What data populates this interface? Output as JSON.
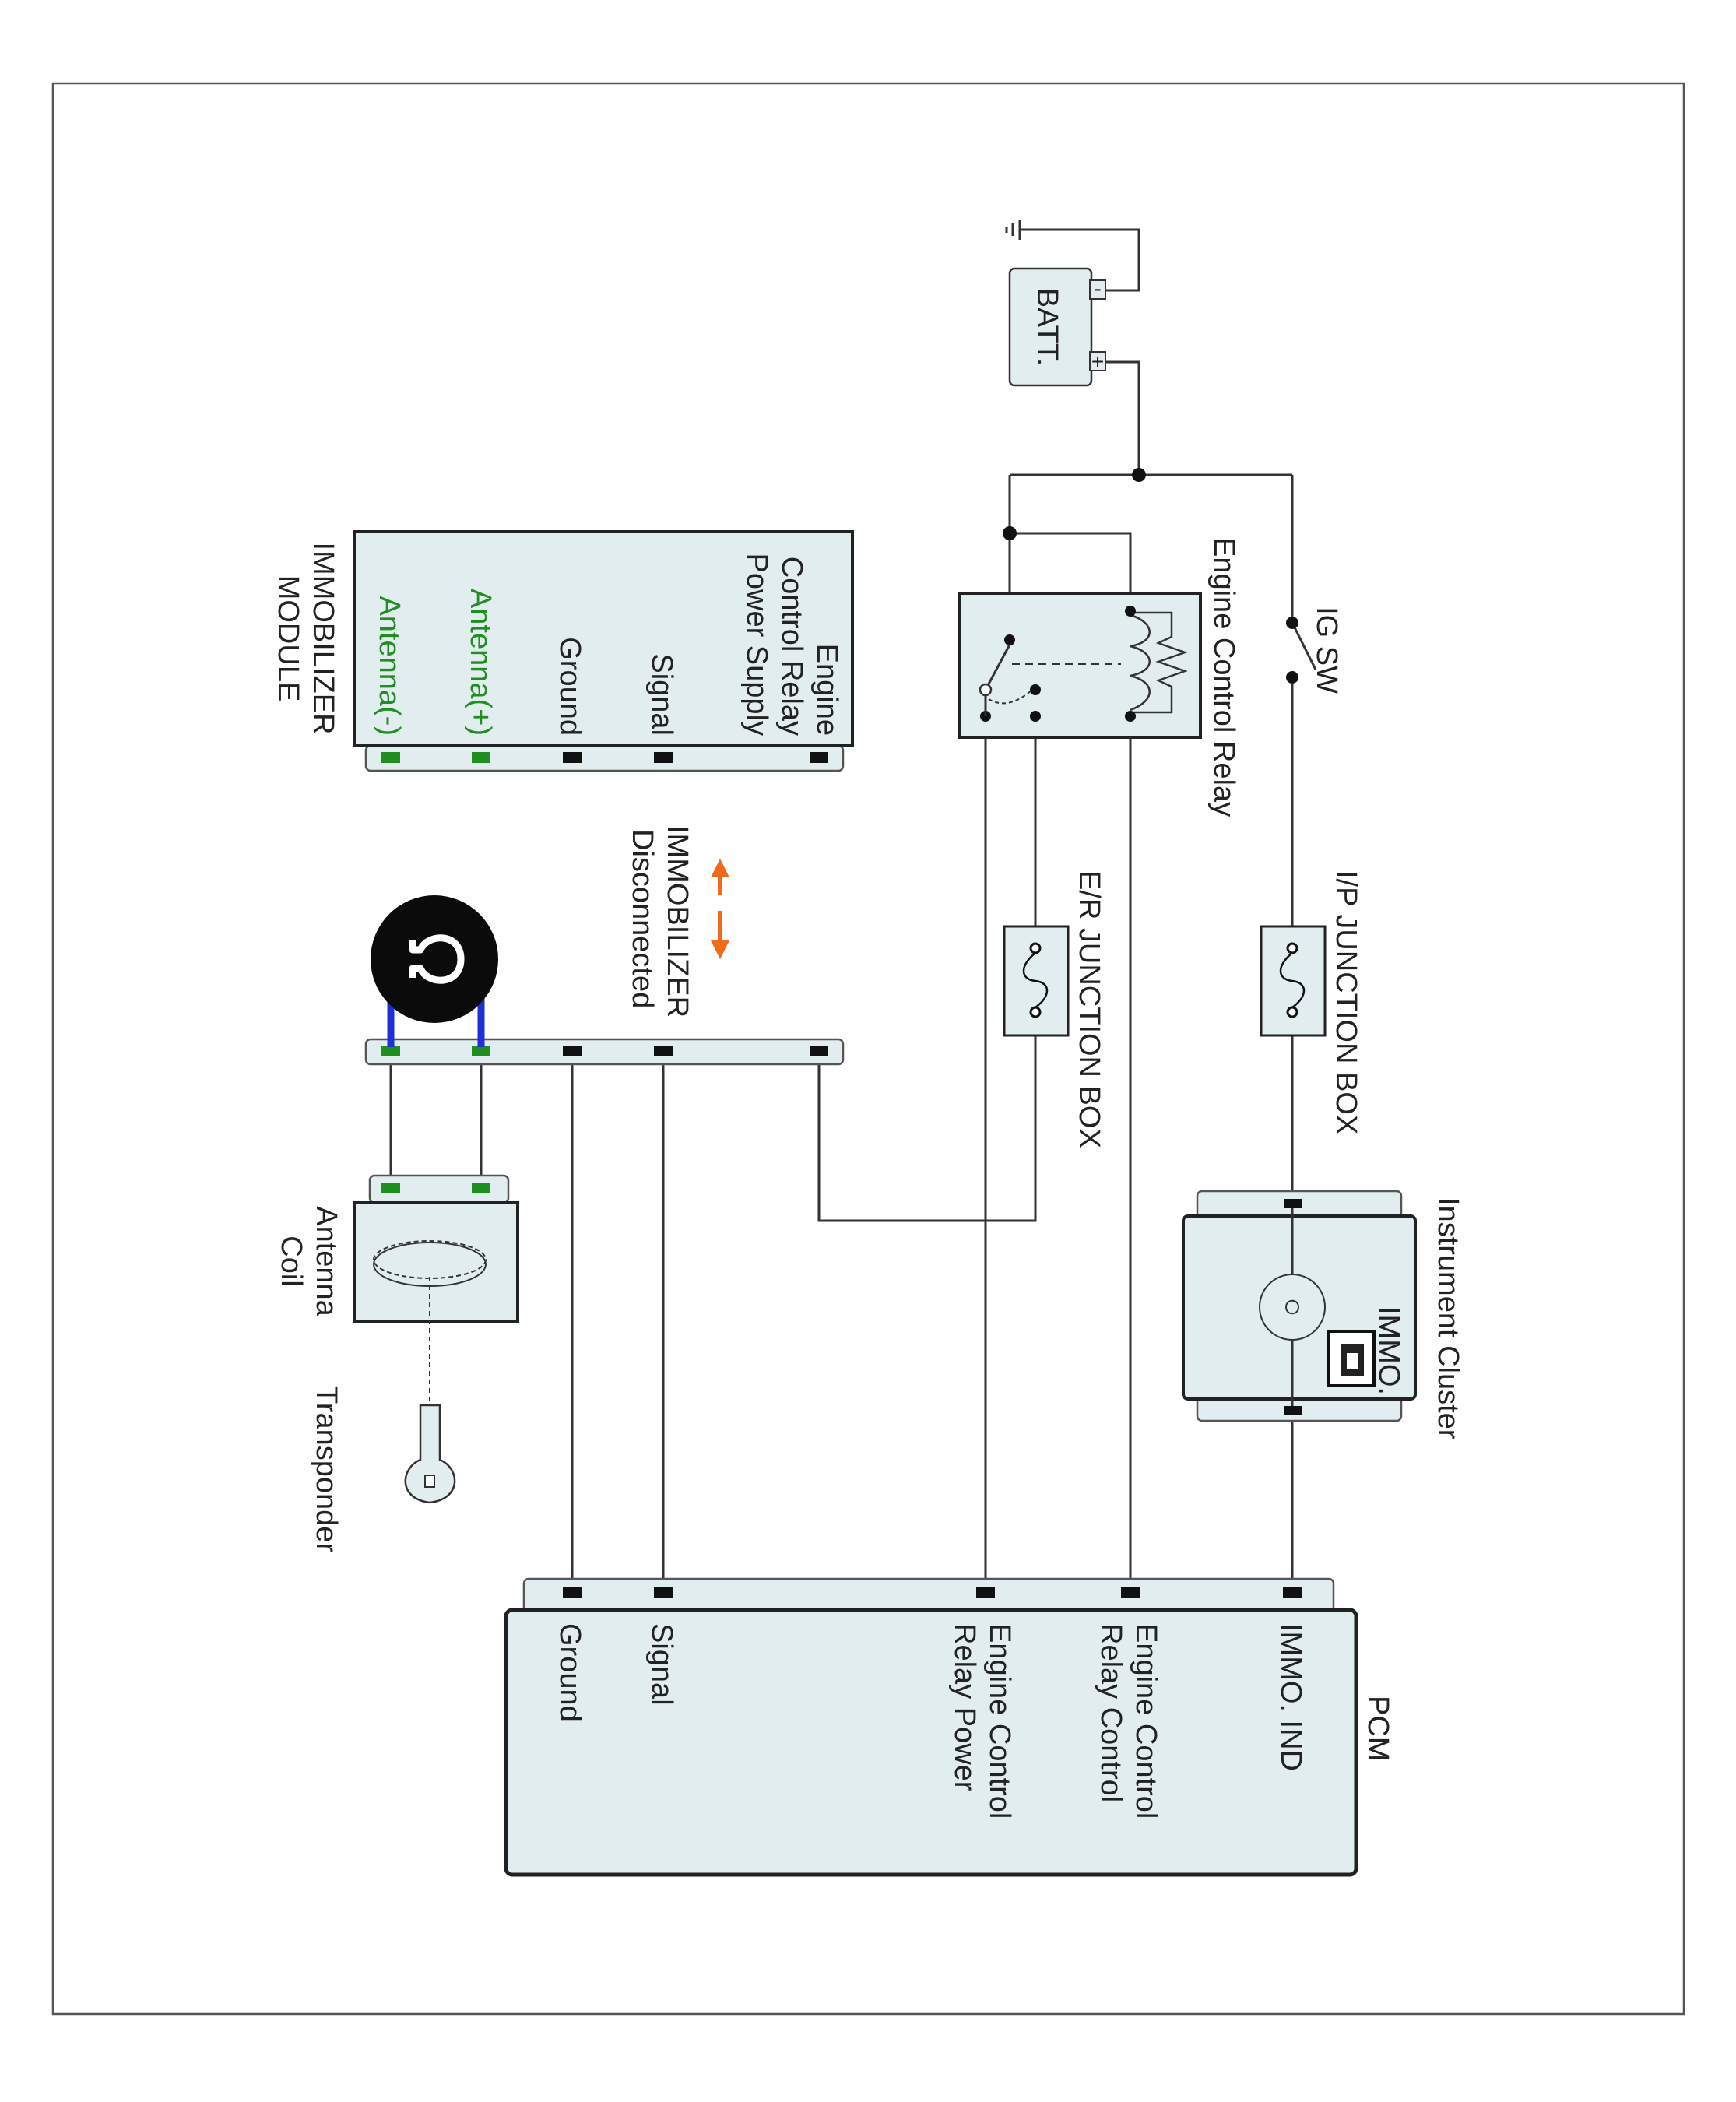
{
  "labels": {
    "batt": "BATT.",
    "batt_neg": "-",
    "batt_pos": "+",
    "ig_sw": "IG SW",
    "engine_control_relay": "Engine Control Relay",
    "ip_junction_box": "I/P JUNCTION BOX",
    "er_junction_box": "E/R JUNCTION BOX",
    "instrument_cluster": "Instrument Cluster",
    "immo": "IMMO.",
    "immobilizer_disconnected": [
      "IMMOBILIZER",
      "Disconnected"
    ],
    "immobilizer_module": [
      "IMMOBILIZER",
      "MODULE"
    ],
    "antenna_coil": [
      "Antenna",
      "Coil"
    ],
    "transponder": "Transponder",
    "pcm": "PCM"
  },
  "immobilizer_module_pins": [
    [
      "Engine",
      "Control Relay",
      "Power Supply"
    ],
    [
      "Signal"
    ],
    [
      "Ground"
    ],
    [
      "Antenna(+)"
    ],
    [
      "Antenna(-)"
    ]
  ],
  "pcm_pins": [
    [
      "IMMO. IND"
    ],
    [
      "Engine Control",
      "Relay Control"
    ],
    [
      "Engine Control",
      "Relay Power"
    ],
    [
      "Signal"
    ],
    [
      "Ground"
    ]
  ],
  "colors": {
    "antenna_text": "#1f8f1f",
    "antenna_wire": "#1f2fd6",
    "disconnect_arrow": "#f06a1a",
    "component_fill": "#e2edf0"
  }
}
